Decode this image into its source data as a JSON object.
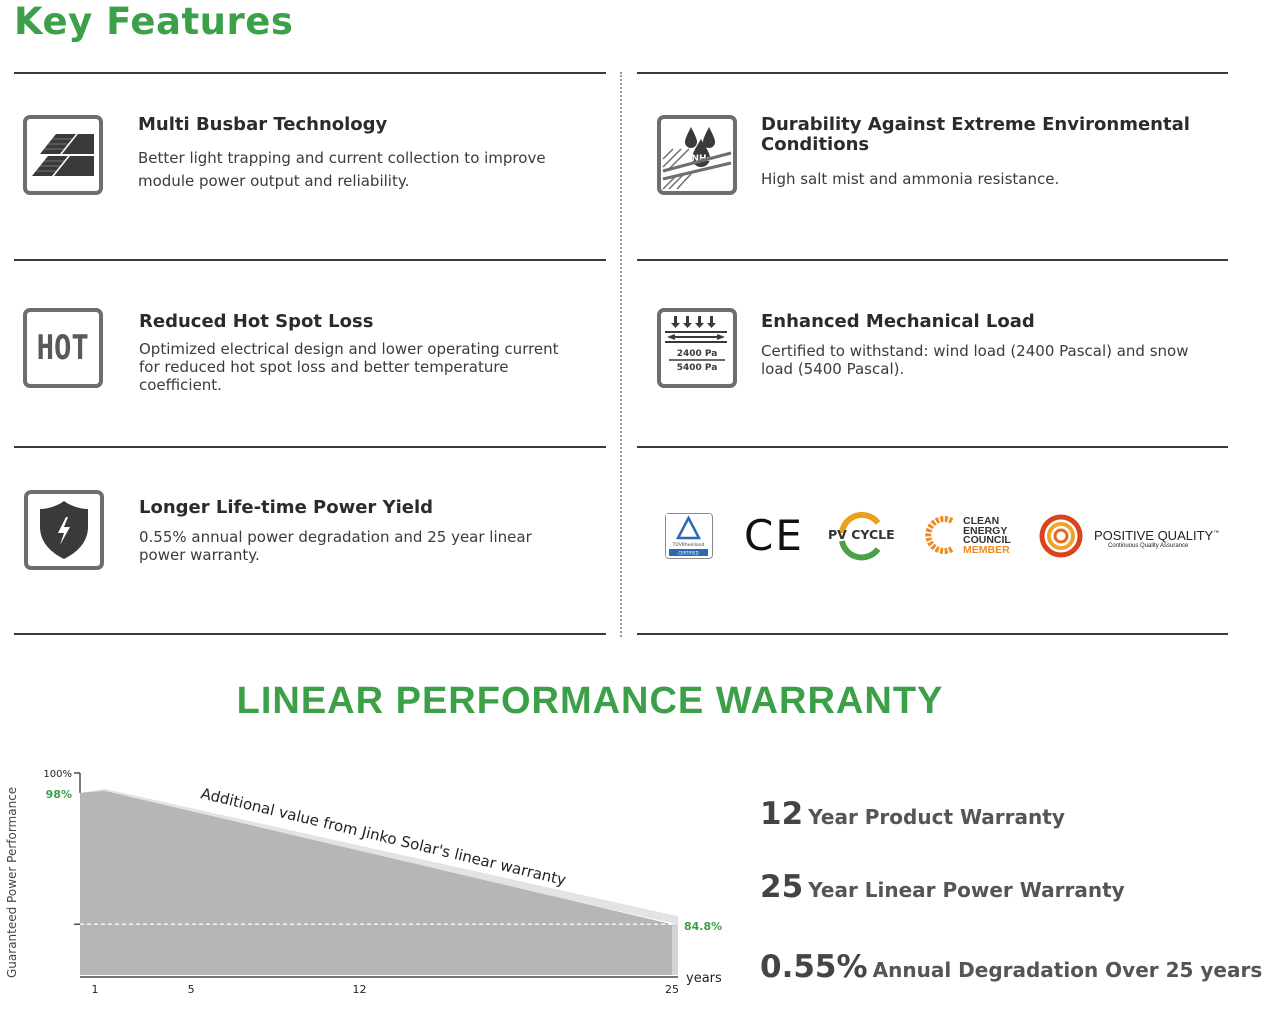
{
  "header": {
    "title": "Key Features"
  },
  "features": [
    {
      "title": "Multi Busbar Technology",
      "desc": [
        "Better light trapping and current collection to improve",
        "module power output and reliability."
      ],
      "icon": "solar-cells-icon"
    },
    {
      "title": "Durability Against Extreme Environmental",
      "title2": "Conditions",
      "desc": [
        "High salt mist and ammonia resistance."
      ],
      "icon": "ammonia-drops-icon",
      "icon_text": "NH₃"
    },
    {
      "title": "Reduced Hot Spot Loss",
      "desc": [
        "Optimized electrical design and lower operating current",
        "for reduced hot spot loss and better temperature",
        "coefficient."
      ],
      "icon": "hot-icon",
      "icon_text": "HOT"
    },
    {
      "title": "Enhanced Mechanical Load",
      "desc": [
        "Certified to withstand: wind load (2400 Pascal) and snow",
        "load (5400 Pascal)."
      ],
      "icon": "mechanical-load-icon",
      "icon_text1": "2400 Pa",
      "icon_text2": "5400 Pa"
    },
    {
      "title": "Longer Life-time Power Yield",
      "desc": [
        "0.55% annual power degradation and 25 year linear",
        "power warranty."
      ],
      "icon": "shield-icon"
    }
  ],
  "certifications": {
    "tuv": {
      "top": "TÜVRheinland",
      "bottom": "CERTIFIED"
    },
    "ce": "CE",
    "pv_cycle": {
      "pv": "PV",
      "cycle": "CYCLE"
    },
    "clean_energy": [
      "CLEAN",
      "ENERGY",
      "COUNCIL",
      "MEMBER"
    ],
    "positive_quality": {
      "main": "POSITIVE QUALITY",
      "tm": "™",
      "sub": "Continuous Quality Assurance"
    }
  },
  "warranty": {
    "title": "LINEAR PERFORMANCE WARRANTY",
    "lines": [
      {
        "big": "12",
        "rest": "Year Product Warranty"
      },
      {
        "big": "25",
        "rest": "Year Linear Power Warranty"
      },
      {
        "big": "0.55%",
        "rest": "Annual Degradation Over 25 years"
      }
    ]
  },
  "chart_data": {
    "type": "area",
    "ylabel": "Guaranteed Power Performance",
    "xlabel": "years",
    "x_ticks": [
      "1",
      "5",
      "12",
      "25"
    ],
    "y_ticks": [
      "100%",
      "98%"
    ],
    "series": [
      {
        "x": [
          1,
          25
        ],
        "y": [
          98,
          84.8
        ]
      }
    ],
    "annotation": "Additional value from Jinko Solar's linear warranty",
    "labels": {
      "start": "98%",
      "end": "84.8%",
      "top": "100%"
    },
    "colors": {
      "fill": "#b5b6b8",
      "band": "#e3e3e3",
      "label": "#3ba048"
    }
  }
}
